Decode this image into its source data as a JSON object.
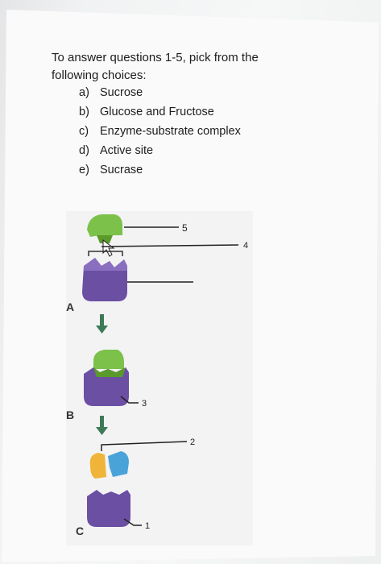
{
  "instructions": {
    "line1": "To answer questions 1-5, pick from the",
    "line2": "following choices:"
  },
  "choices": [
    {
      "letter": "a)",
      "text": "Sucrose"
    },
    {
      "letter": "b)",
      "text": "Glucose and Fructose"
    },
    {
      "letter": "c)",
      "text": "Enzyme-substrate complex"
    },
    {
      "letter": "d)",
      "text": "Active site"
    },
    {
      "letter": "e)",
      "text": "Sucrase"
    }
  ],
  "diagram": {
    "stage_labels": [
      "A",
      "B",
      "C"
    ],
    "number_labels": [
      "5",
      "4",
      "3",
      "2",
      "1"
    ],
    "colors": {
      "enzyme": "#6b4fa3",
      "substrate": "#7cc14a",
      "glucose": "#f0b43a",
      "fructose": "#4aa3d8",
      "arrow": "#3d7a57"
    }
  }
}
